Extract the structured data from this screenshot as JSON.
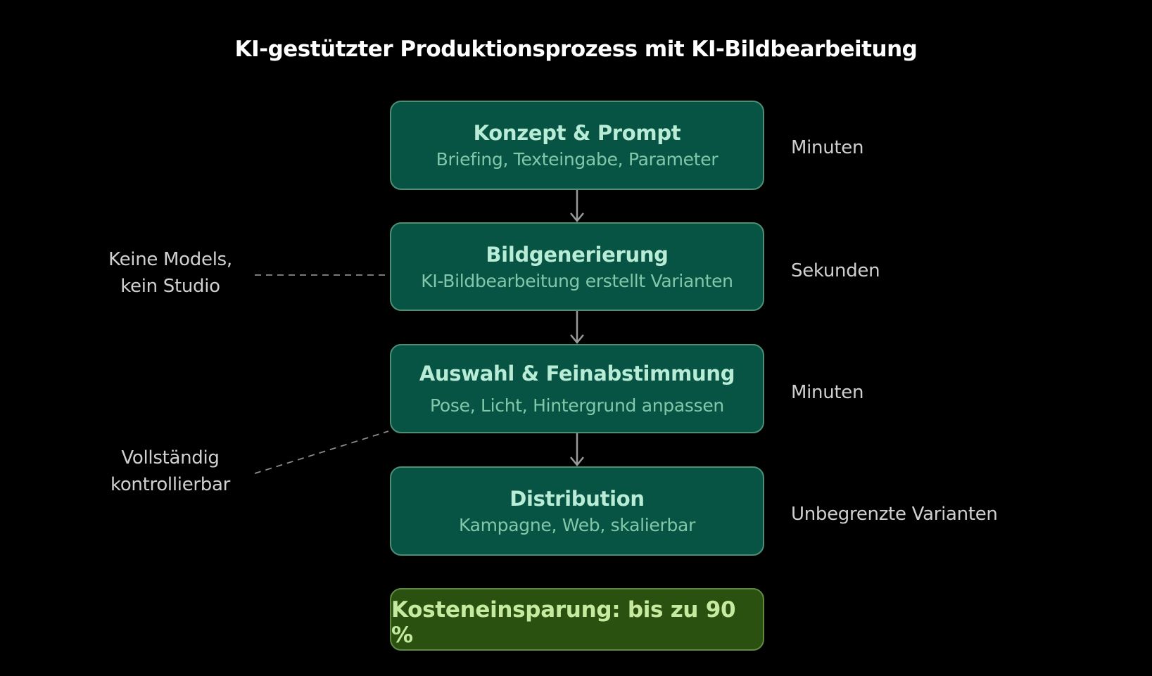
{
  "title": "KI-gestützter Produktionsprozess mit KI-Bildbearbeitung",
  "steps": [
    {
      "heading": "Konzept & Prompt",
      "subtitle": "Briefing, Texteingabe, Parameter",
      "duration": "Minuten"
    },
    {
      "heading": "Bildgenerierung",
      "subtitle": "KI-Bildbearbeitung erstellt Varianten",
      "duration": "Sekunden"
    },
    {
      "heading": "Auswahl & Feinabstimmung",
      "subtitle": "Pose, Licht, Hintergrund anpassen",
      "duration": "Minuten"
    },
    {
      "heading": "Distribution",
      "subtitle": "Kampagne, Web, skalierbar",
      "duration": "Unbegrenzte Varianten"
    }
  ],
  "savings": {
    "label": "Kosteneinsparung: bis zu 90 %"
  },
  "notes": [
    {
      "line1": "Keine Models,",
      "line2": "kein Studio"
    },
    {
      "line1": "Vollständig",
      "line2": "kontrollierbar"
    }
  ],
  "colors": {
    "background": "#000000",
    "step_fill": "#075444",
    "step_border": "#4e8f74",
    "savings_fill": "#2b5110",
    "connector": "#9a9a9a"
  }
}
